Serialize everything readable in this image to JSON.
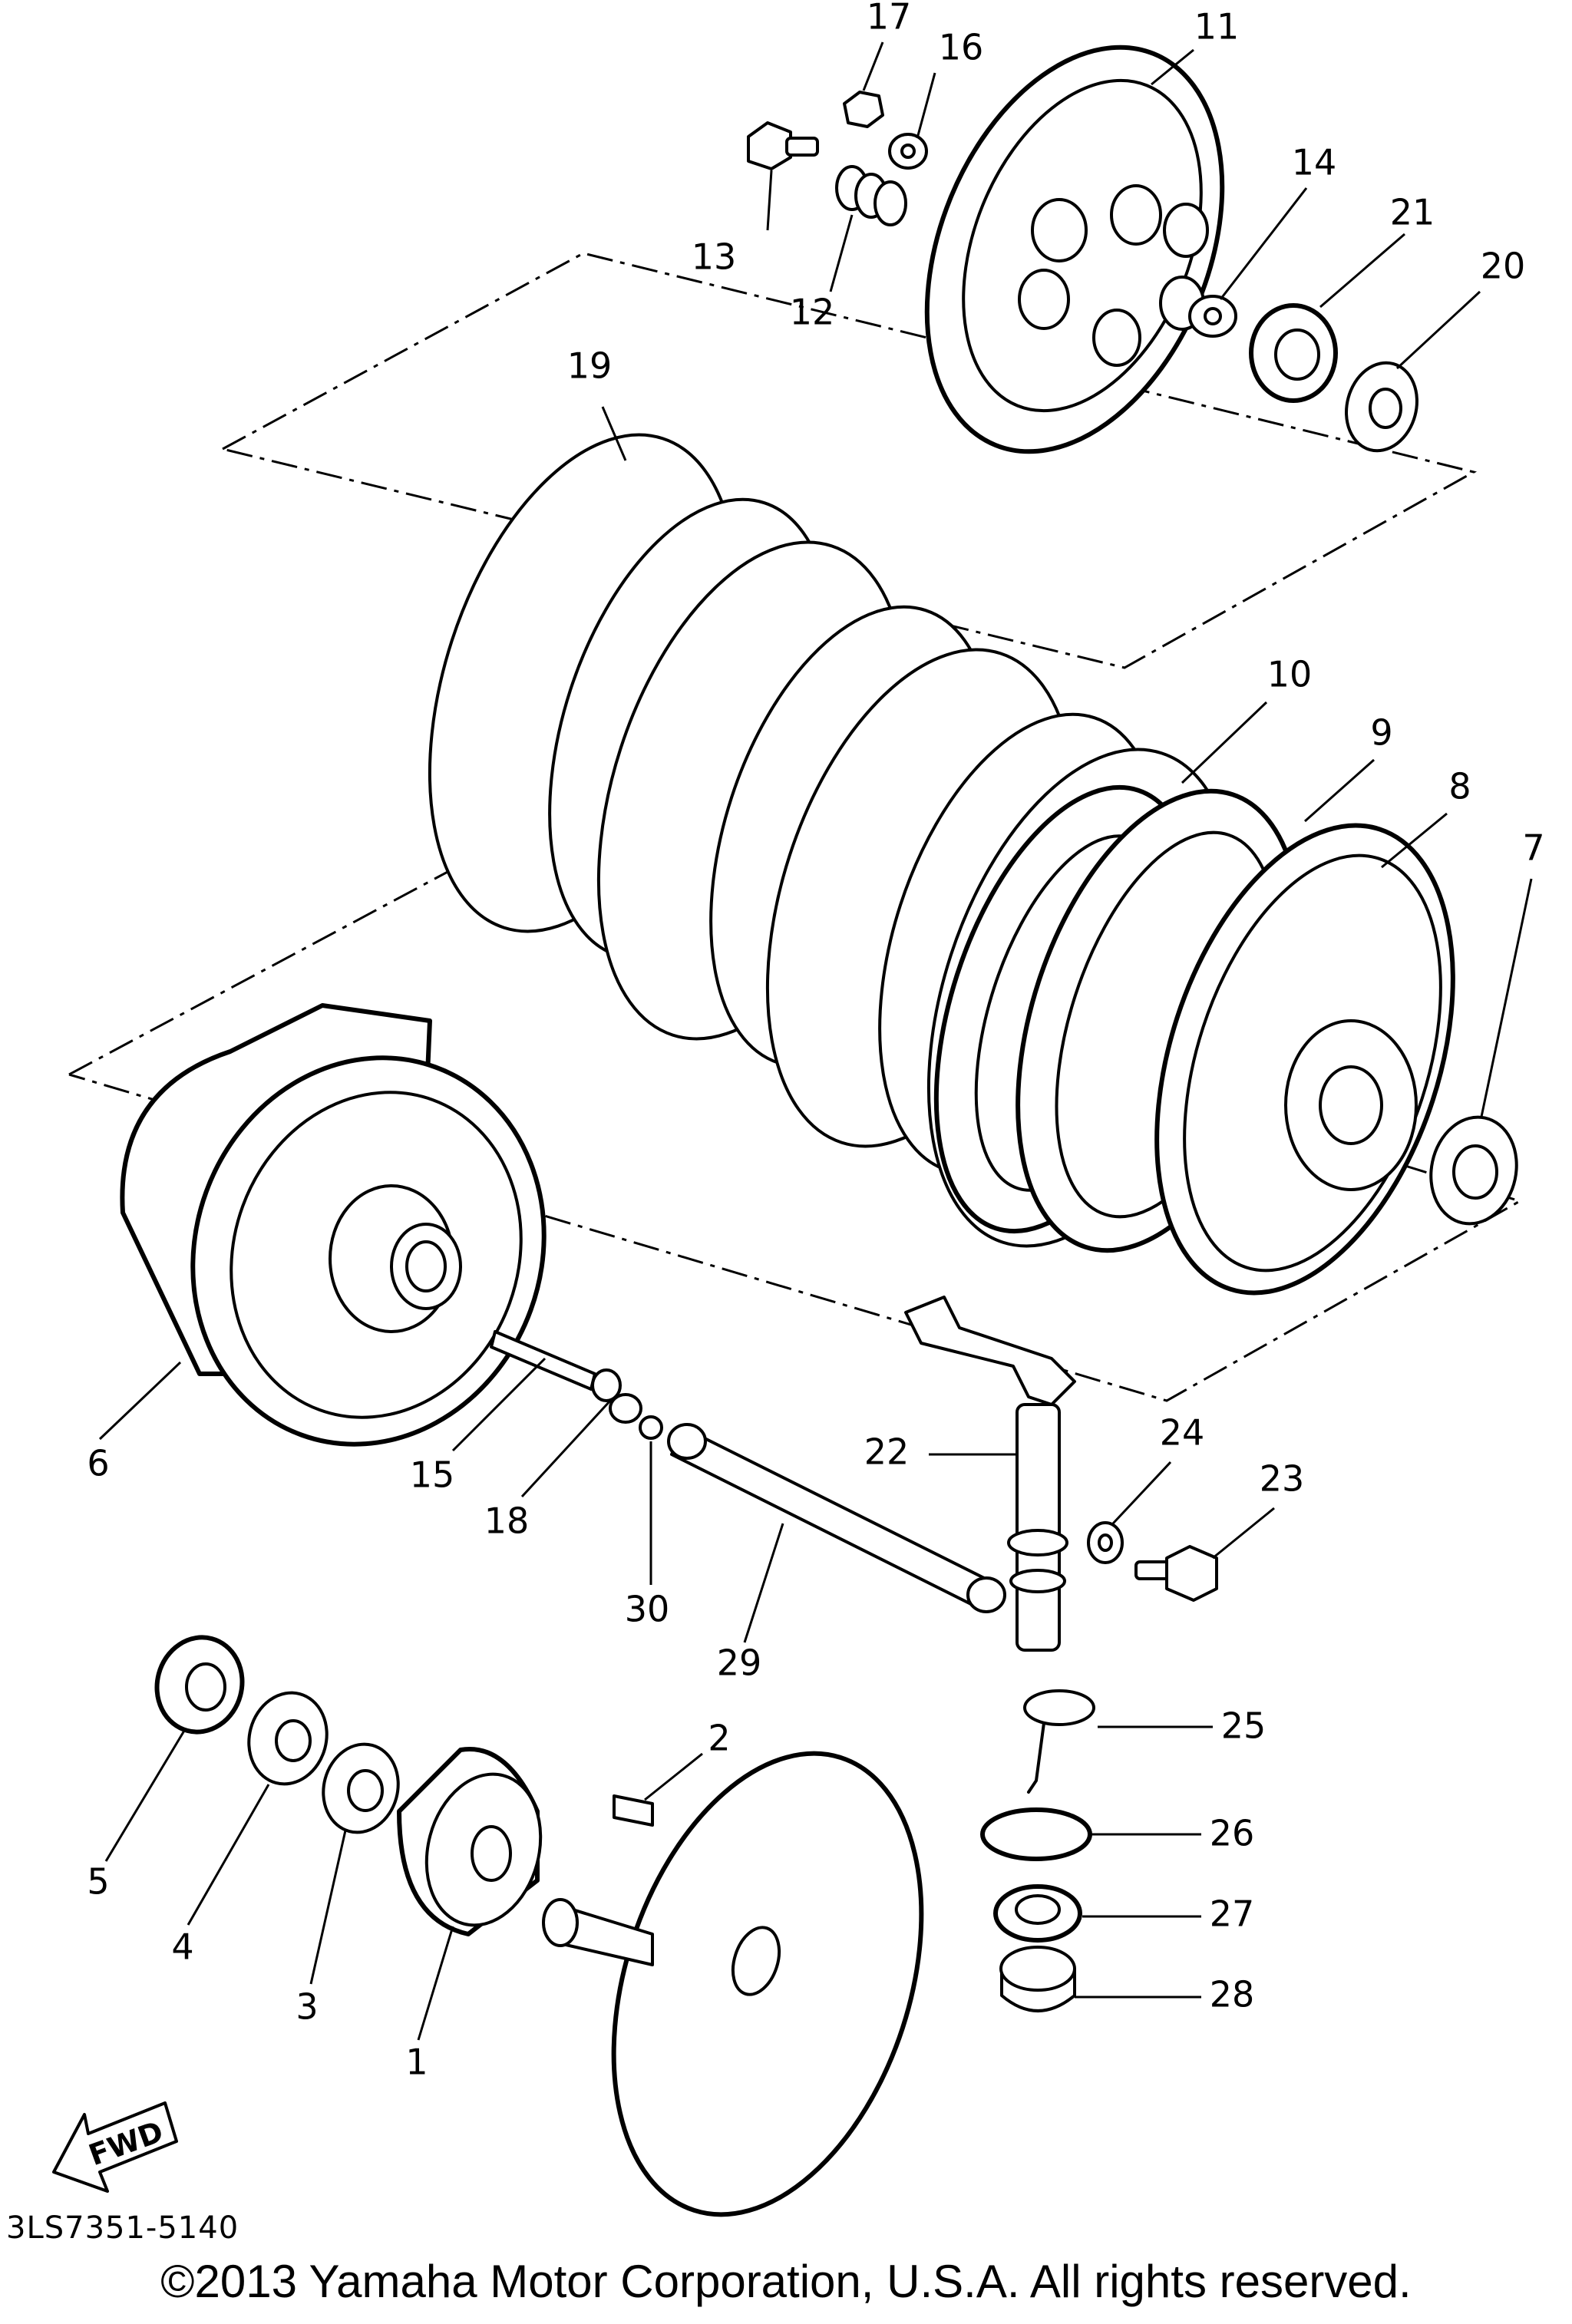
{
  "callouts": [
    {
      "id": "1",
      "text": "1"
    },
    {
      "id": "2",
      "text": "2"
    },
    {
      "id": "3",
      "text": "3"
    },
    {
      "id": "4",
      "text": "4"
    },
    {
      "id": "5",
      "text": "5"
    },
    {
      "id": "6",
      "text": "6"
    },
    {
      "id": "7",
      "text": "7"
    },
    {
      "id": "8",
      "text": "8"
    },
    {
      "id": "9",
      "text": "9"
    },
    {
      "id": "10",
      "text": "10"
    },
    {
      "id": "11",
      "text": "11"
    },
    {
      "id": "12",
      "text": "12"
    },
    {
      "id": "13",
      "text": "13"
    },
    {
      "id": "14",
      "text": "14"
    },
    {
      "id": "15",
      "text": "15"
    },
    {
      "id": "16",
      "text": "16"
    },
    {
      "id": "17",
      "text": "17"
    },
    {
      "id": "18",
      "text": "18"
    },
    {
      "id": "19",
      "text": "19"
    },
    {
      "id": "20",
      "text": "20"
    },
    {
      "id": "21",
      "text": "21"
    },
    {
      "id": "22",
      "text": "22"
    },
    {
      "id": "23",
      "text": "23"
    },
    {
      "id": "24",
      "text": "24"
    },
    {
      "id": "25",
      "text": "25"
    },
    {
      "id": "26",
      "text": "26"
    },
    {
      "id": "27",
      "text": "27"
    },
    {
      "id": "28",
      "text": "28"
    },
    {
      "id": "29",
      "text": "29"
    },
    {
      "id": "30",
      "text": "30"
    }
  ],
  "fwd_arrow_label": "FWD",
  "part_code": "3LS7351-5140",
  "copyright": "©2013 Yamaha Motor Corporation, U.S.A. All rights reserved."
}
